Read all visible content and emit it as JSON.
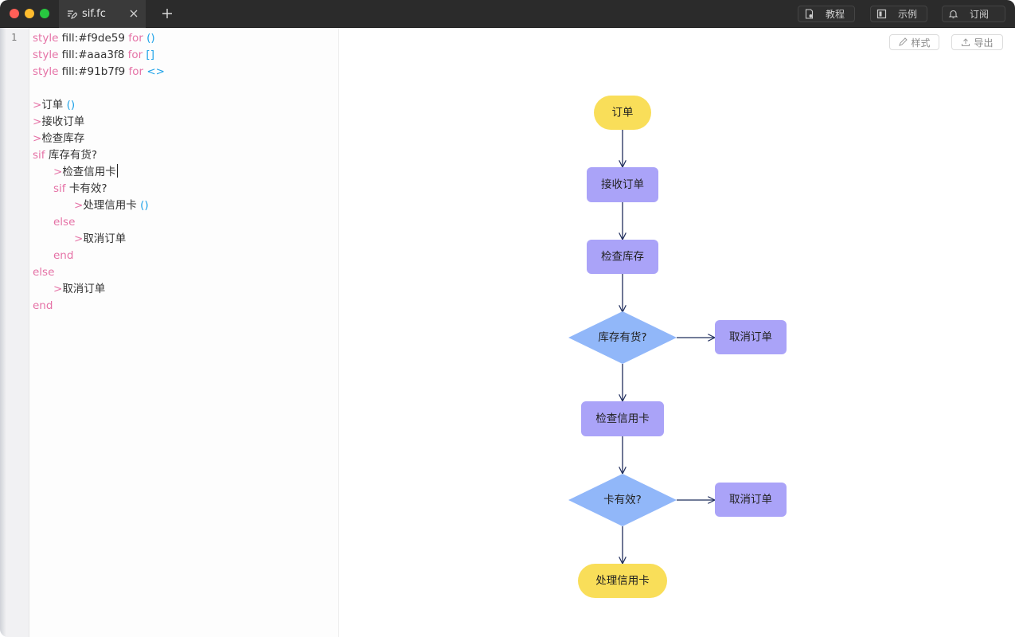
{
  "titlebar": {
    "tab_label": "sif.fc",
    "buttons": {
      "tutorial": "教程",
      "example": "示例",
      "subscribe": "订阅"
    }
  },
  "editor": {
    "line_number": "1",
    "lines": [
      {
        "indent": 0,
        "parts": [
          {
            "t": "style",
            "c": "kw"
          },
          {
            "t": " fill:#f9de59 ",
            "c": ""
          },
          {
            "t": "for",
            "c": "kw"
          },
          {
            "t": " ()",
            "c": "br"
          }
        ]
      },
      {
        "indent": 0,
        "parts": [
          {
            "t": "style",
            "c": "kw"
          },
          {
            "t": " fill:#aaa3f8 ",
            "c": ""
          },
          {
            "t": "for",
            "c": "kw"
          },
          {
            "t": " []",
            "c": "br"
          }
        ]
      },
      {
        "indent": 0,
        "parts": [
          {
            "t": "style",
            "c": "kw"
          },
          {
            "t": " fill:#91b7f9 ",
            "c": ""
          },
          {
            "t": "for",
            "c": "kw"
          },
          {
            "t": " <>",
            "c": "br"
          }
        ]
      },
      {
        "indent": 0,
        "parts": []
      },
      {
        "indent": 0,
        "parts": [
          {
            "t": ">",
            "c": "kw"
          },
          {
            "t": "订单 ",
            "c": ""
          },
          {
            "t": "()",
            "c": "br"
          }
        ]
      },
      {
        "indent": 0,
        "parts": [
          {
            "t": ">",
            "c": "kw"
          },
          {
            "t": "接收订单",
            "c": ""
          }
        ]
      },
      {
        "indent": 0,
        "parts": [
          {
            "t": ">",
            "c": "kw"
          },
          {
            "t": "检查库存",
            "c": ""
          }
        ]
      },
      {
        "indent": 0,
        "parts": [
          {
            "t": "sif",
            "c": "kw"
          },
          {
            "t": " 库存有货?",
            "c": ""
          }
        ]
      },
      {
        "indent": 1,
        "cursor": true,
        "parts": [
          {
            "t": ">",
            "c": "kw"
          },
          {
            "t": "检查信用卡",
            "c": ""
          }
        ]
      },
      {
        "indent": 1,
        "parts": [
          {
            "t": "sif",
            "c": "kw"
          },
          {
            "t": " 卡有效?",
            "c": ""
          }
        ]
      },
      {
        "indent": 2,
        "parts": [
          {
            "t": ">",
            "c": "kw"
          },
          {
            "t": "处理信用卡 ",
            "c": ""
          },
          {
            "t": "()",
            "c": "br"
          }
        ]
      },
      {
        "indent": 1,
        "parts": [
          {
            "t": "else",
            "c": "kw"
          }
        ]
      },
      {
        "indent": 2,
        "parts": [
          {
            "t": ">",
            "c": "kw"
          },
          {
            "t": "取消订单",
            "c": ""
          }
        ]
      },
      {
        "indent": 1,
        "parts": [
          {
            "t": "end",
            "c": "kw"
          }
        ]
      },
      {
        "indent": 0,
        "parts": [
          {
            "t": "else",
            "c": "kw"
          }
        ]
      },
      {
        "indent": 1,
        "parts": [
          {
            "t": ">",
            "c": "kw"
          },
          {
            "t": "取消订单",
            "c": ""
          }
        ]
      },
      {
        "indent": 0,
        "parts": [
          {
            "t": "end",
            "c": "kw"
          }
        ]
      }
    ]
  },
  "preview": {
    "buttons": {
      "style": "样式",
      "export": "导出"
    },
    "colors": {
      "terminal": "#f9de59",
      "process": "#aaa3f8",
      "decision": "#91b7f9",
      "edge": "#1f2d5c"
    },
    "nodes": {
      "start": "订单",
      "receive": "接收订单",
      "check_stock": "检查库存",
      "stock_ok": "库存有货?",
      "cancel1": "取消订单",
      "check_card": "检查信用卡",
      "card_ok": "卡有效?",
      "cancel2": "取消订单",
      "process_card": "处理信用卡"
    }
  }
}
